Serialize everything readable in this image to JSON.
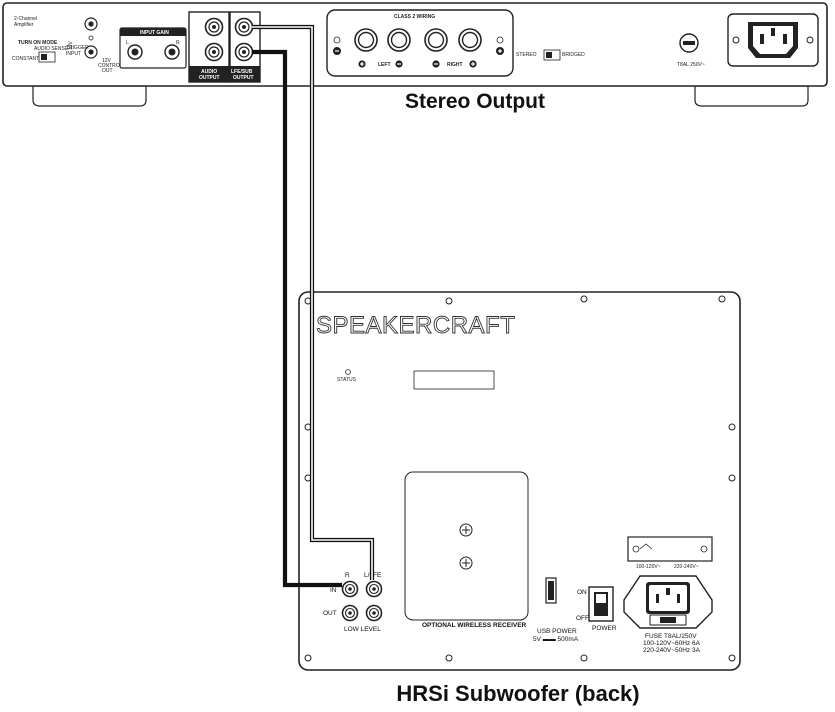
{
  "amplifier": {
    "model_line1": "2-Channel",
    "model_line2": "Amplifier",
    "turn_on_mode": "TURN ON MODE",
    "audio_sense": "AUDIO SENSE",
    "constant": "CONSTANT",
    "trigger_input_1": "12V",
    "trigger_input_2": "TRIGGER",
    "trigger_input_3": "INPUT",
    "control_out_1": "12V",
    "control_out_2": "CONTROL",
    "control_out_3": "OUT",
    "input_gain": "INPUT GAIN",
    "gain_l": "L",
    "gain_r": "R",
    "audio_output_1": "AUDIO",
    "audio_output_2": "OUTPUT",
    "lfe_output_1": "LFE/SUB",
    "lfe_output_2": "OUTPUT",
    "wiring": "CLASS 2 WIRING",
    "left": "LEFT",
    "right": "RIGHT",
    "stereo": "STEREO",
    "bridged": "BRIDGED",
    "fuse": "T8AL 250V~",
    "caption": "Stereo Output"
  },
  "subwoofer": {
    "brand": "SPEAKERCRAFT",
    "status": "STATUS",
    "ch_r": "R",
    "ch_l_lfe": "L/LFE",
    "in": "IN",
    "out": "OUT",
    "low_level": "LOW LEVEL",
    "wireless": "OPTIONAL WIRELESS RECEIVER",
    "usb_power": "USB POWER",
    "usb_spec": "5V ▬▬ 500mA",
    "on": "ON",
    "off": "OFF",
    "power": "POWER",
    "voltage_low": "100-120V~",
    "voltage_high": "220-240V~",
    "fuse_1": "FUSE T8AL/250V",
    "fuse_2": "100-120V~60Hz 6A",
    "fuse_3": "220-240V~50Hz 3A",
    "caption": "HRSi Subwoofer (back)"
  }
}
